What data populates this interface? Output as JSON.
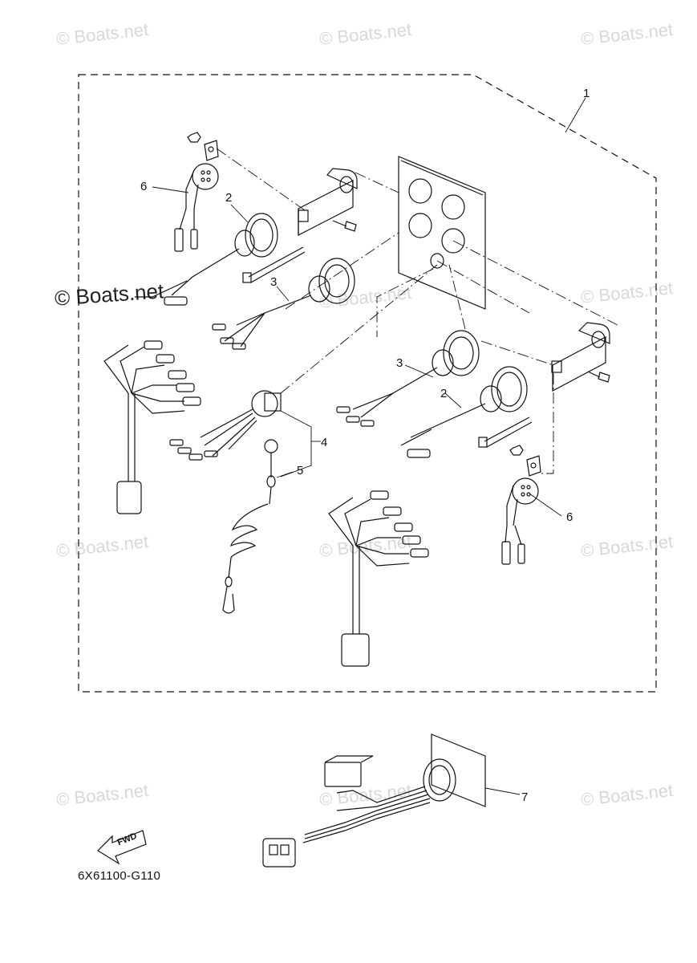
{
  "watermarks": {
    "text": "© Boats.net",
    "primary": "© Boats.net"
  },
  "callouts": {
    "c1": "1",
    "c2a": "2",
    "c2b": "2",
    "c3a": "3",
    "c3b": "3",
    "c4": "4",
    "c5": "5",
    "c6a": "6",
    "c6b": "6",
    "c7": "7"
  },
  "fwd_label": "FWD",
  "diagram_code": "6X61100-G110"
}
